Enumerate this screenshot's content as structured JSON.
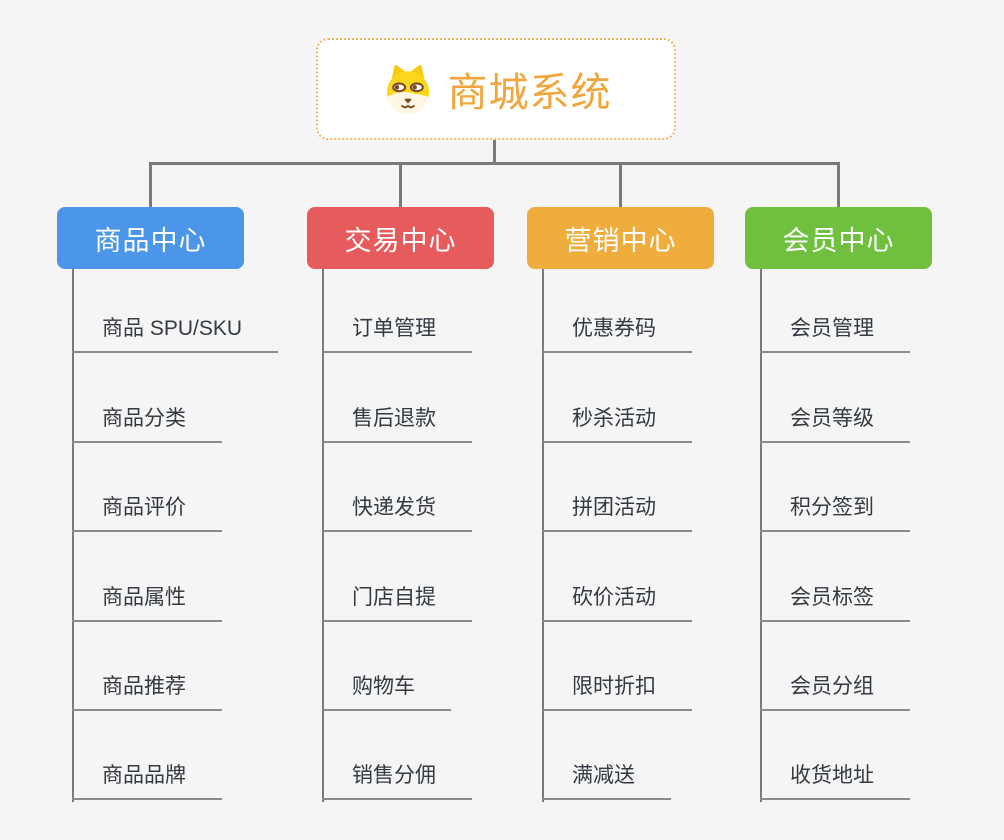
{
  "background": "#F5F5F5",
  "connector_color": "#7A7A7A",
  "item_underline_color": "#8A8A8A",
  "item_text_color": "#333A41",
  "root": {
    "title": "商城系统",
    "icon": "dog-icon",
    "accent_color": "#F0A63C",
    "border_color": "#F3B45F",
    "background": "#FFFFFF"
  },
  "branches": [
    {
      "label": "商品中心",
      "color": "#4B96E8",
      "items": [
        "商品 SPU/SKU",
        "商品分类",
        "商品评价",
        "商品属性",
        "商品推荐",
        "商品品牌"
      ]
    },
    {
      "label": "交易中心",
      "color": "#E65C5C",
      "items": [
        "订单管理",
        "售后退款",
        "快递发货",
        "门店自提",
        "购物车",
        "销售分佣"
      ]
    },
    {
      "label": "营销中心",
      "color": "#EFAD3D",
      "items": [
        "优惠券码",
        "秒杀活动",
        "拼团活动",
        "砍价活动",
        "限时折扣",
        "满减送"
      ]
    },
    {
      "label": "会员中心",
      "color": "#70C040",
      "items": [
        "会员管理",
        "会员等级",
        "积分签到",
        "会员标签",
        "会员分组",
        "收货地址"
      ]
    }
  ]
}
